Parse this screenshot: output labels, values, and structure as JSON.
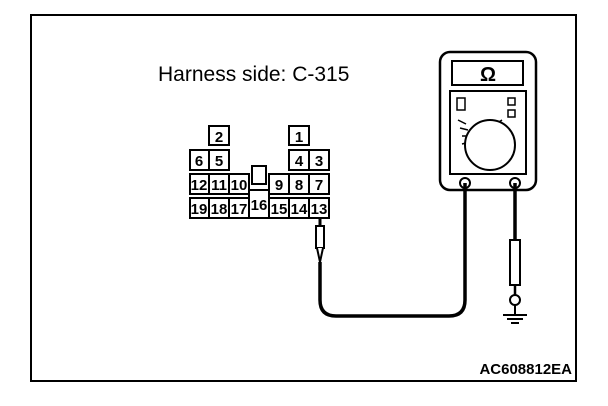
{
  "title": "Harness side: C-315",
  "figure_code": "AC608812EA",
  "meter": {
    "symbol": "Ω"
  },
  "connector": {
    "pins": [
      "1",
      "2",
      "3",
      "4",
      "5",
      "6",
      "7",
      "8",
      "9",
      "10",
      "11",
      "12",
      "13",
      "14",
      "15",
      "16",
      "17",
      "18",
      "19"
    ]
  }
}
